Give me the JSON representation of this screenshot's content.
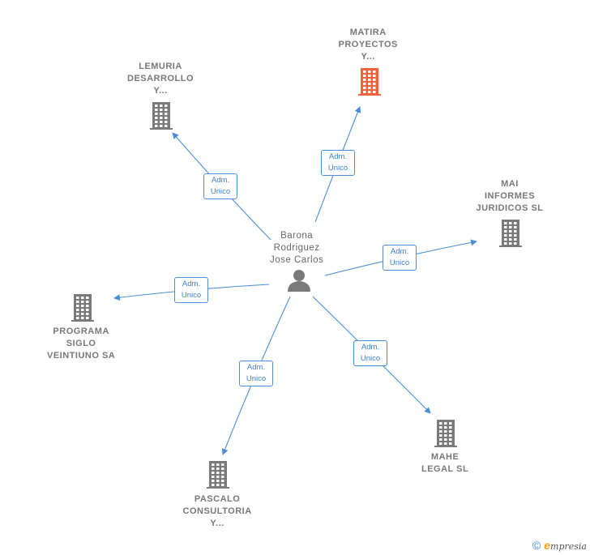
{
  "center": {
    "name_lines": [
      "Barona",
      "Rodriguez",
      "Jose Carlos"
    ],
    "icon": "person-icon"
  },
  "companies": [
    {
      "id": "matira",
      "lines": [
        "MATIRA",
        "PROYECTOS",
        "Y..."
      ],
      "highlight": true,
      "icon": "building-icon"
    },
    {
      "id": "lemuria",
      "lines": [
        "LEMURIA",
        "DESARROLLO",
        "Y..."
      ],
      "highlight": false,
      "icon": "building-icon"
    },
    {
      "id": "mai",
      "lines": [
        "MAI",
        "INFORMES",
        "JURIDICOS  SL"
      ],
      "highlight": false,
      "icon": "building-icon"
    },
    {
      "id": "programa",
      "lines": [
        "PROGRAMA",
        "SIGLO",
        "VEINTIUNO SA"
      ],
      "highlight": false,
      "icon": "building-icon"
    },
    {
      "id": "mahe",
      "lines": [
        "MAHE",
        "LEGAL  SL"
      ],
      "highlight": false,
      "icon": "building-icon"
    },
    {
      "id": "pascalo",
      "lines": [
        "PASCALO",
        "CONSULTORIA",
        "Y..."
      ],
      "highlight": false,
      "icon": "building-icon"
    }
  ],
  "edges": [
    {
      "to": "matira",
      "label": [
        "Adm.",
        "Unico"
      ]
    },
    {
      "to": "lemuria",
      "label": [
        "Adm.",
        "Unico"
      ]
    },
    {
      "to": "mai",
      "label": [
        "Adm.",
        "Unico"
      ]
    },
    {
      "to": "programa",
      "label": [
        "Adm.",
        "Unico"
      ]
    },
    {
      "to": "mahe",
      "label": [
        "Adm.",
        "Unico"
      ]
    },
    {
      "to": "pascalo",
      "label": [
        "Adm.",
        "Unico"
      ]
    }
  ],
  "colors": {
    "edge": "#4a8fd8",
    "building": "#7a7a7a",
    "building_highlight": "#f0643c",
    "person": "#7a7a7a"
  },
  "footer": {
    "copyright_symbol": "©",
    "brand_initial": "e",
    "brand_rest": "mpresia"
  }
}
